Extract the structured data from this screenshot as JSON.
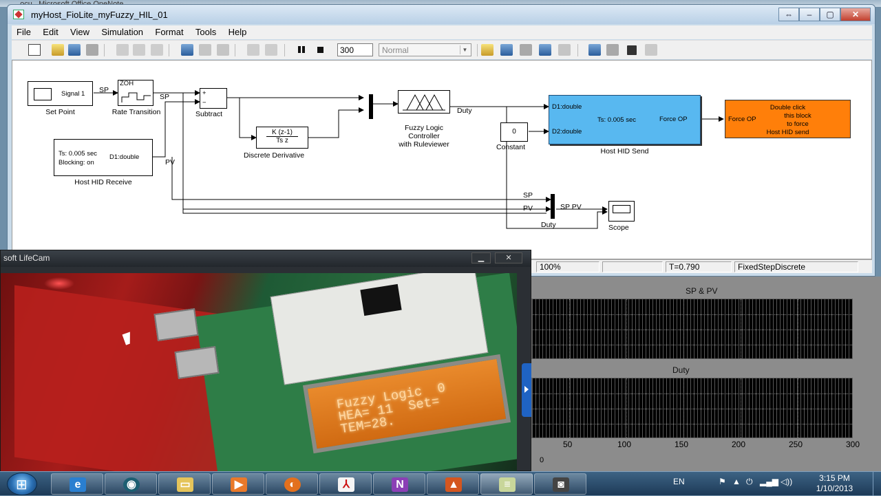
{
  "background": {
    "title_fragment": "...ocu...Microsoft Office OneNote"
  },
  "simulink": {
    "title": "myHost_FioLite_myFuzzy_HIL_01",
    "menu": [
      "File",
      "Edit",
      "View",
      "Simulation",
      "Format",
      "Tools",
      "Help"
    ],
    "toolbar": {
      "stop_time": "300",
      "sim_mode": "Normal"
    },
    "window_buttons": {
      "restore": "⇔",
      "minimize": "–",
      "maximize": "▢",
      "close": "✕"
    },
    "blocks": {
      "set_point": {
        "inner": "Signal 1",
        "label": "Set Point"
      },
      "rate_transition": {
        "inner": "ZOH",
        "label": "Rate Transition"
      },
      "subtract": {
        "plus": "+",
        "minus": "−",
        "label": "Subtract"
      },
      "discrete_derivative": {
        "num": "K (z-1)",
        "den": "Ts z",
        "label": "Discrete Derivative"
      },
      "host_hid_receive": {
        "line1": "Ts: 0.005 sec",
        "line2": "Blocking: on",
        "port": "D1:double",
        "label": "Host HID Receive"
      },
      "fuzzy": {
        "label1": "Fuzzy Logic",
        "label2": "Controller",
        "label3": "with Ruleviewer"
      },
      "constant": {
        "value": "0",
        "label": "Constant"
      },
      "host_hid_send": {
        "port1": "D1:double",
        "port2": "D2:double",
        "ts": "Ts: 0.005 sec",
        "out": "Force OP",
        "label": "Host HID Send"
      },
      "force_op": {
        "port": "Force OP",
        "text1": "Double click",
        "text2": "this block",
        "text3": "to force",
        "text4": "Host HID send"
      },
      "scope": {
        "label": "Scope"
      },
      "mux_scope": {
        "label": "Duty"
      }
    },
    "signals": {
      "sp1": "SP",
      "sp2": "SP",
      "pv": "PV",
      "duty": "Duty",
      "sp_in": "SP",
      "pv_in": "PV",
      "sppv": "SP PV"
    },
    "status": {
      "zoom": "100%",
      "time": "T=0.790",
      "solver": "FixedStepDiscrete"
    }
  },
  "webcam": {
    "title": "soft LifeCam",
    "minimize": "▁",
    "close": "✕",
    "lcd_text": "Fuzzy Logic  0\nHEA= 11  Set=\nTEM=28."
  },
  "scope_window": {
    "plot1_title": "SP & PV",
    "plot2_title": "Duty",
    "x_ticks": [
      "50",
      "100",
      "150",
      "200",
      "250",
      "300"
    ],
    "x_zero": "0"
  },
  "taskbar": {
    "items": [
      "internet-explorer",
      "screen-capture",
      "file-explorer",
      "media-player",
      "firefox",
      "acrobat",
      "onenote",
      "matlab",
      "notepad",
      "camera"
    ],
    "language": "EN",
    "time": "3:15 PM",
    "date": "1/10/2013"
  }
}
